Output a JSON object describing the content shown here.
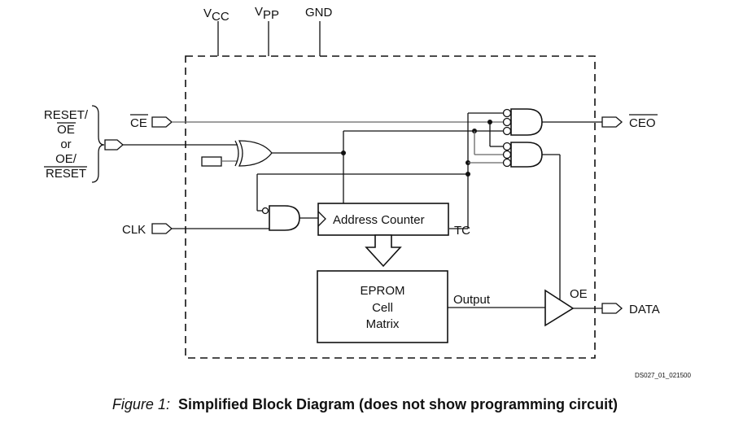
{
  "supply_pins": {
    "vcc": {
      "main": "V",
      "sub": "CC"
    },
    "vpp": {
      "main": "V",
      "sub": "PP"
    },
    "gnd": "GND"
  },
  "inputs": {
    "reset_oe": {
      "line1": "RESET/",
      "line2": "OE",
      "line3": "or",
      "line4": "OE/",
      "line5": "RESET"
    },
    "ce": "CE",
    "clk": "CLK"
  },
  "outputs": {
    "ceo": "CEO",
    "data": "DATA"
  },
  "blocks": {
    "address_counter": "Address Counter",
    "tc": "TC",
    "eprom": {
      "line1": "EPROM",
      "line2": "Cell",
      "line3": "Matrix"
    },
    "output_label": "Output",
    "oe_label": "OE"
  },
  "figure_id": "DS027_01_021500",
  "caption": {
    "prefix": "Figure 1:",
    "title": "Simplified Block Diagram (does not show programming circuit)"
  }
}
